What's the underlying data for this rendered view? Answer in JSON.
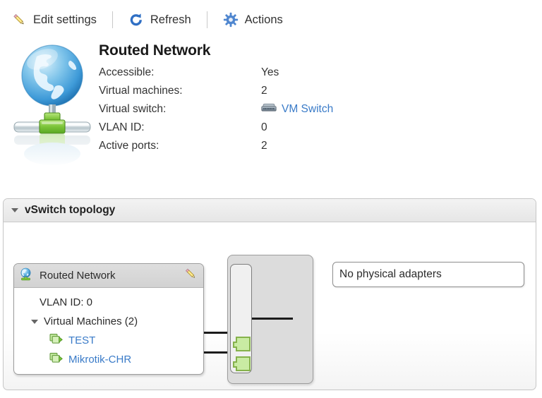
{
  "toolbar": {
    "items": [
      {
        "label": "Edit settings",
        "icon": "pencil-icon",
        "name": "edit-settings-button"
      },
      {
        "label": "Refresh",
        "icon": "refresh-icon",
        "name": "refresh-button"
      },
      {
        "label": "Actions",
        "icon": "gear-icon",
        "name": "actions-button"
      }
    ]
  },
  "summary": {
    "icon": "network-globe-icon",
    "title": "Routed Network",
    "rows": [
      {
        "key": "Accessible:",
        "value": "Yes"
      },
      {
        "key": "Virtual machines:",
        "value": "2"
      },
      {
        "key": "Virtual switch:",
        "value": "VM Switch",
        "icon": "switch-hardware-icon",
        "is_link": true
      },
      {
        "key": "VLAN ID:",
        "value": "0"
      },
      {
        "key": "Active ports:",
        "value": "2"
      }
    ]
  },
  "panel": {
    "title": "vSwitch topology",
    "collapse_icon": "chevron-down-icon",
    "topology": {
      "network_name": "Routed Network",
      "network_icon": "network-globe-small-icon",
      "edit_icon": "pencil-icon",
      "vlan_line": "VLAN ID: 0",
      "vm_group_label": "Virtual Machines (2)",
      "vm_group_icon": "chevron-down-icon",
      "vms": [
        {
          "name": "TEST",
          "icon": "virtual-machine-icon"
        },
        {
          "name": "Mikrotik-CHR",
          "icon": "virtual-machine-icon"
        }
      ]
    },
    "switch_graphic": {
      "port_count": 2,
      "port_color": "#c9eba3"
    },
    "adapters": {
      "text": "No physical adapters"
    }
  },
  "colors": {
    "link": "#3a7bc8",
    "accent_blue": "#3b78c3",
    "port_green": "#c9eba3",
    "panel_border": "#c6c6c6"
  }
}
